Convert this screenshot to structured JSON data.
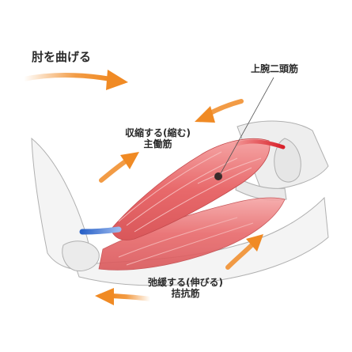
{
  "title": "肘を曲げる",
  "labels": {
    "biceps": "上腕二頭筋",
    "contract": "収縮する(縮む)",
    "agonist": "主働筋",
    "relax": "弛緩する(伸びる)",
    "antagonist": "拮抗筋"
  },
  "colors": {
    "muscle": "#e8696b",
    "muscle_light": "#f3a4a4",
    "tendon_top": "#d8202a",
    "tendon_blue": "#2a62c8",
    "arrow": "#f08a24",
    "bone": "#f2f2f2",
    "outline": "#b0b0b0"
  },
  "icons": [
    "arrow-icon"
  ]
}
